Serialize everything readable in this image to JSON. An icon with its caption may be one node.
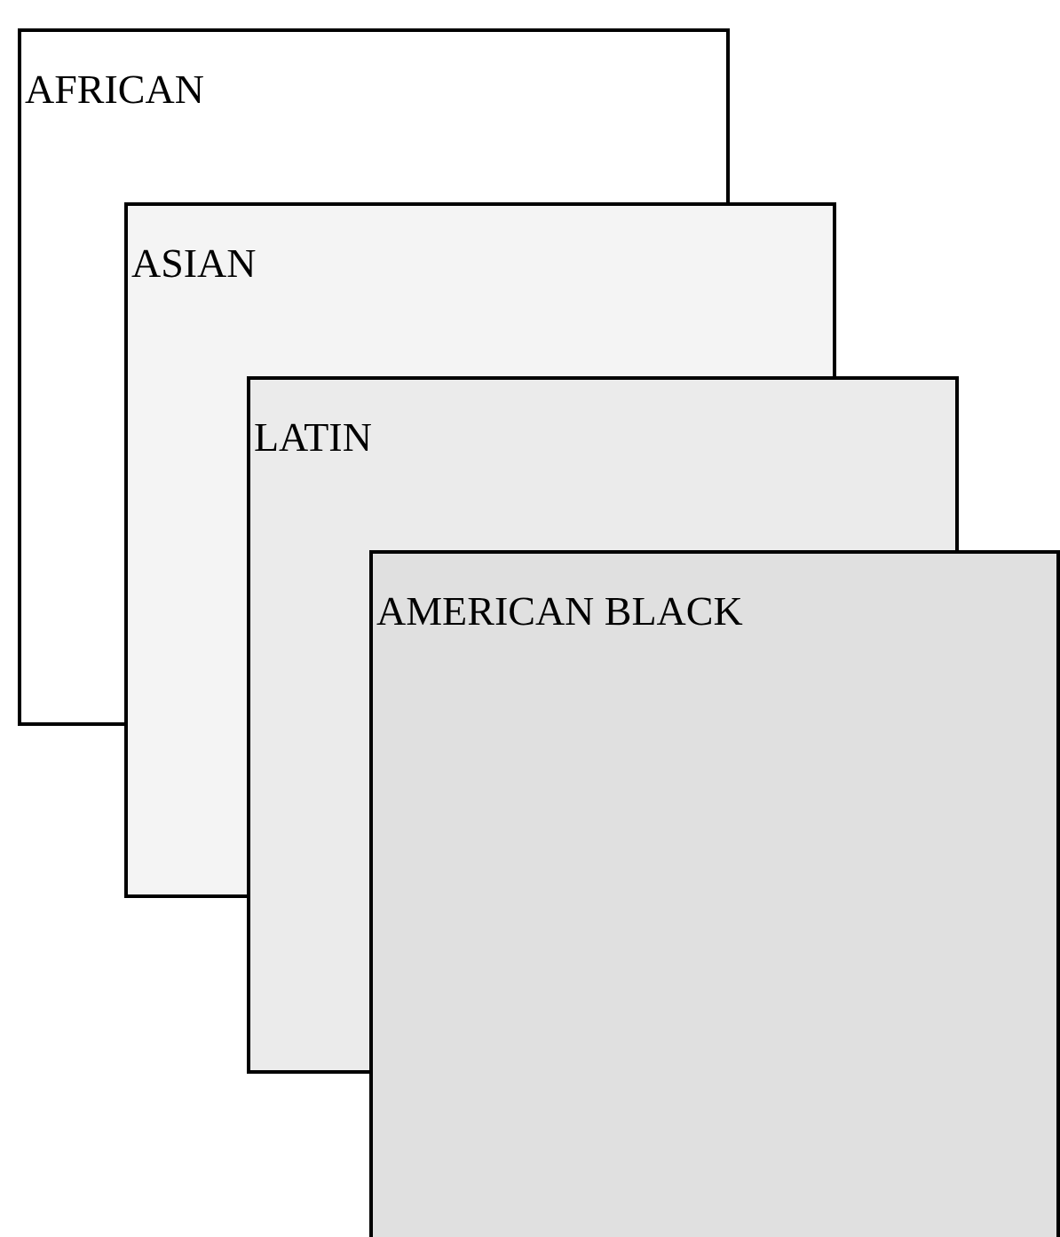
{
  "diagram": {
    "nodes": [
      {
        "text": [
          "AFRICAN"
        ]
      },
      {
        "text": [
          "ASIAN"
        ]
      },
      {
        "text": [
          "LATIN"
        ]
      },
      {
        "text": [
          "AMERICAN BLACK"
        ]
      }
    ]
  }
}
